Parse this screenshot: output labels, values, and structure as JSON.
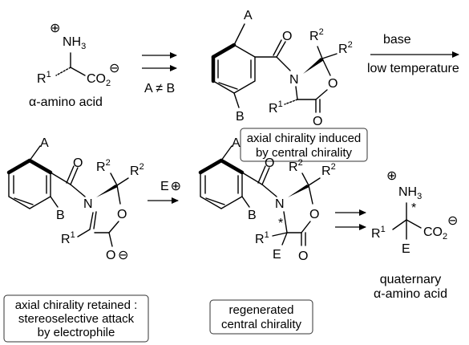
{
  "captions": {
    "amino_acid": "α-amino acid",
    "a_not_b": "A ≠ B",
    "base": "base",
    "low_temperature": "low temperature",
    "axial_induced_line1": "axial chirality induced",
    "axial_induced_line2": "by central chirality",
    "axial_retained_line1": "axial chirality retained :",
    "axial_retained_line2": "stereoselective attack",
    "axial_retained_line3": "by electrophile",
    "regenerated_line1": "regenerated",
    "regenerated_line2": "central chirality",
    "quaternary_line1": "quaternary",
    "quaternary_line2": "α-amino acid"
  },
  "atoms": {
    "plus": "⊕",
    "minus": "⊖",
    "nh": "NH",
    "three": "3",
    "co": "CO",
    "two": "2",
    "r": "R",
    "one": "1",
    "n": "N",
    "o": "O",
    "a": "A",
    "b": "B",
    "e": "E",
    "star": "*",
    "electrophile": "E"
  }
}
